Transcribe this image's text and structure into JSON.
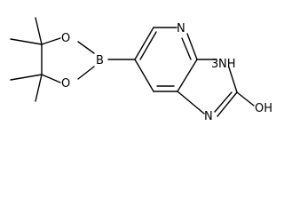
{
  "molecule": {
    "atoms": {
      "boron": "B",
      "oxygen_top": "O",
      "oxygen_bottom": "O",
      "pyridine_n": "N",
      "nh": "NH",
      "imine_n": "N",
      "hydroxyl": "OH"
    },
    "label_nh_digit": "3"
  }
}
